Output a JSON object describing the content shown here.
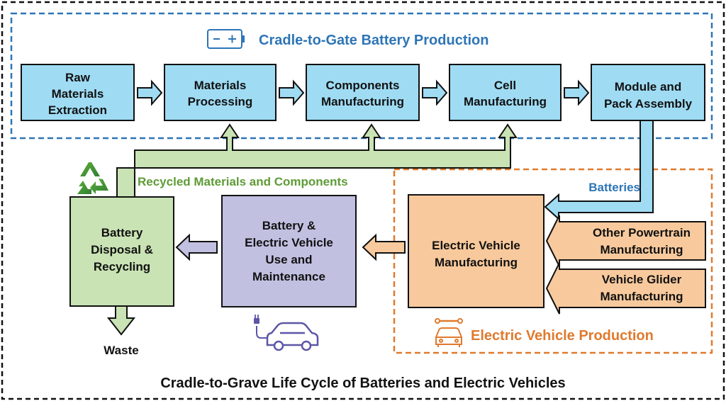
{
  "colors": {
    "production_blue": "#2e75b6",
    "box_blue": "#9fdcf4",
    "ev_orange": "#e07a2e",
    "box_orange": "#f8c99c",
    "recycle_green": "#70a040",
    "box_green": "#c9e3b4",
    "use_purple": "#c1c0e1",
    "icon_purple": "#5b56a6"
  },
  "production": {
    "title": "Cradle-to-Gate Battery Production",
    "icon": "battery-icon",
    "steps": [
      [
        "Raw",
        "Materials",
        "Extraction"
      ],
      [
        "Materials",
        "Processing"
      ],
      [
        "Components",
        "Manufacturing"
      ],
      [
        "Cell",
        "Manufacturing"
      ],
      [
        "Module and",
        "Pack Assembly"
      ]
    ]
  },
  "ev_production": {
    "title": "Electric Vehicle Production",
    "icon": "car-wrench-icon",
    "main_box": [
      "Electric Vehicle",
      "Manufacturing"
    ],
    "inputs": [
      [
        "Other Powertrain",
        "Manufacturing"
      ],
      [
        "Vehicle Glider",
        "Manufacturing"
      ]
    ]
  },
  "flows": {
    "batteries": "Batteries",
    "recycled": "Recycled Materials and Components",
    "waste": "Waste"
  },
  "use_box": [
    "Battery &",
    "Electric Vehicle",
    "Use and",
    "Maintenance"
  ],
  "use_icon": "electric-car-icon",
  "recycling_box": [
    "Battery",
    "Disposal &",
    "Recycling"
  ],
  "recycling_icon": "recycle-icon",
  "footer": "Cradle-to-Grave Life Cycle of Batteries and Electric Vehicles"
}
